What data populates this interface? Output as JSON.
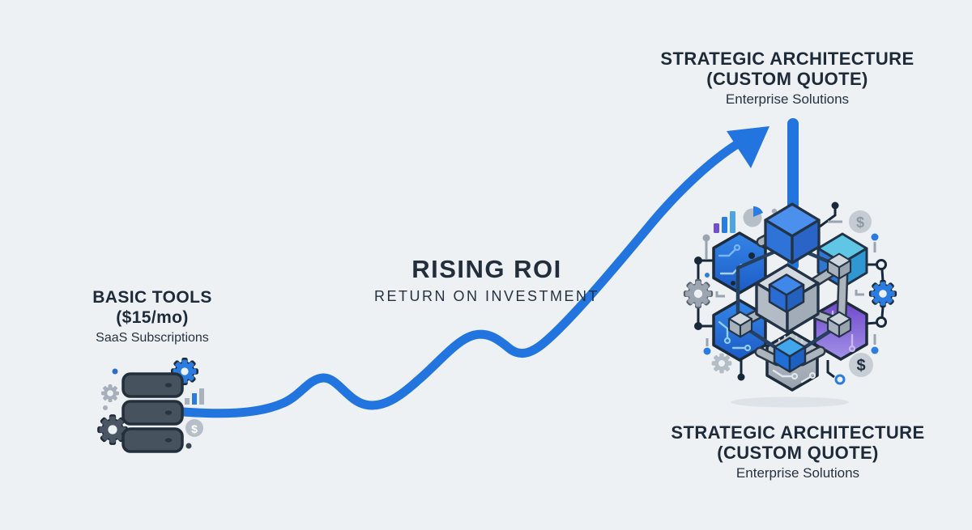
{
  "background_color": "#EDF1F4",
  "accent_blue": "#2274DF",
  "text_color": "#1E2A38",
  "left_stage": {
    "title_line1": "BASIC TOOLS",
    "title_line2": "($15/mo)",
    "subtitle": "SaaS Subscriptions"
  },
  "center_label": {
    "title": "RISING ROI",
    "subtitle": "RETURN ON INVESTMENT"
  },
  "right_stage_top": {
    "title_line1": "STRATEGIC ARCHITECTURE",
    "title_line2": "(CUSTOM QUOTE)",
    "subtitle": "Enterprise Solutions"
  },
  "right_stage_bottom": {
    "title_line1": "STRATEGIC ARCHITECTURE",
    "title_line2": "(CUSTOM QUOTE)",
    "subtitle": "Enterprise Solutions"
  },
  "icons": {
    "dollar_glyph": "$",
    "names": [
      "server-stack-icon",
      "gear-icon",
      "bar-chart-icon",
      "pie-chart-icon",
      "dollar-coin-icon",
      "rising-curve-arrow",
      "network-cubes-illustration",
      "circuit-node-icon"
    ]
  }
}
